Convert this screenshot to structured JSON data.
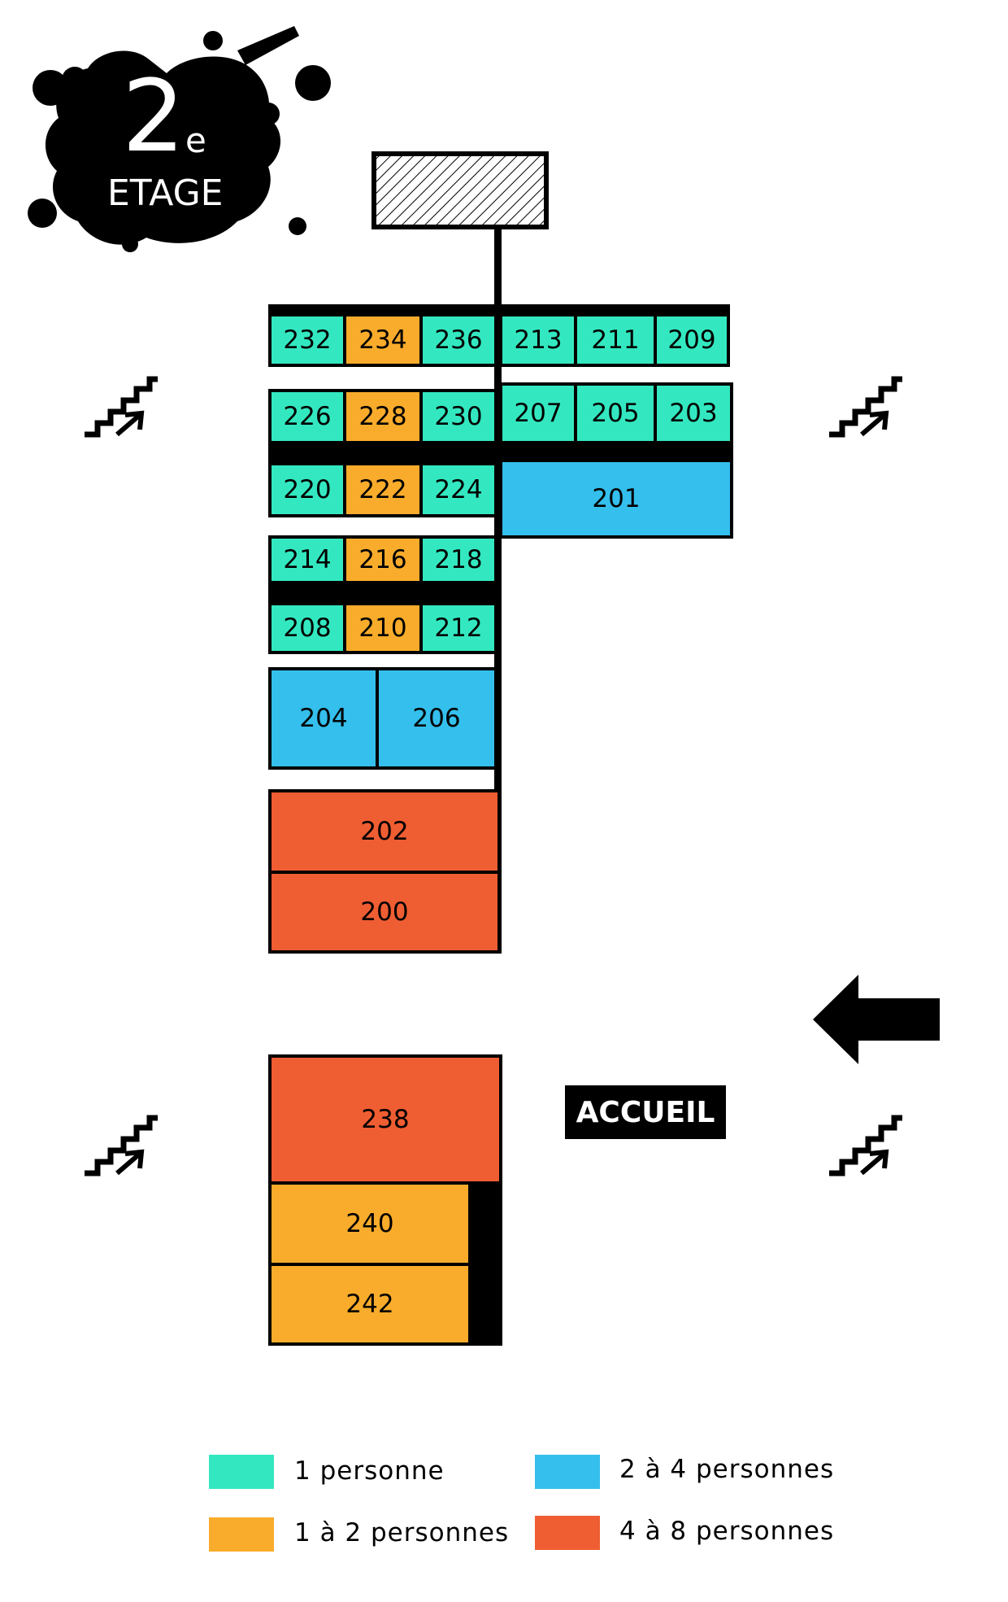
{
  "floor_badge": {
    "number": "2",
    "suffix": "e",
    "label": "ETAGE"
  },
  "colors": {
    "one_person": "#33e8c0",
    "one_to_two": "#f9ac2b",
    "two_to_four": "#34bfec",
    "four_to_eight": "#ef5d32",
    "walls": "#000000"
  },
  "rooms": {
    "r232": "232",
    "r234": "234",
    "r236": "236",
    "r213": "213",
    "r211": "211",
    "r209": "209",
    "r226": "226",
    "r228": "228",
    "r230": "230",
    "r207": "207",
    "r205": "205",
    "r203": "203",
    "r220": "220",
    "r222": "222",
    "r224": "224",
    "r201": "201",
    "r214": "214",
    "r216": "216",
    "r218": "218",
    "r208": "208",
    "r210": "210",
    "r212": "212",
    "r204": "204",
    "r206": "206",
    "r202": "202",
    "r200": "200",
    "r238": "238",
    "r240": "240",
    "r242": "242"
  },
  "icons": [
    "stairs-icon",
    "entrance-arrow-icon",
    "ink-splat-icon",
    "hatched-block-icon"
  ],
  "reception": {
    "label": "ACCUEIL"
  },
  "legend": [
    {
      "label": "1 personne",
      "color": "#33e8c0"
    },
    {
      "label": "2 à 4 personnes",
      "color": "#34bfec"
    },
    {
      "label": "1 à 2 personnes",
      "color": "#f9ac2b"
    },
    {
      "label": "4 à 8 personnes",
      "color": "#ef5d32"
    }
  ]
}
